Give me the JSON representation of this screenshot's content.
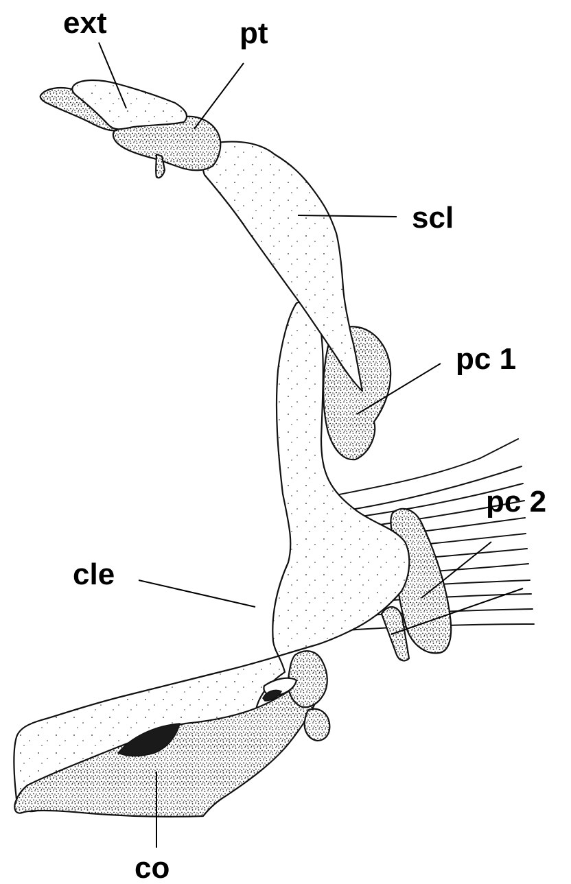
{
  "labels": {
    "ext": "ext",
    "pt": "pt",
    "scl": "scl",
    "pc1": "pc 1",
    "pc2": "pc 2",
    "cle": "cle",
    "co": "co"
  },
  "colors": {
    "ink": "#111111",
    "paper": "#ffffff"
  }
}
